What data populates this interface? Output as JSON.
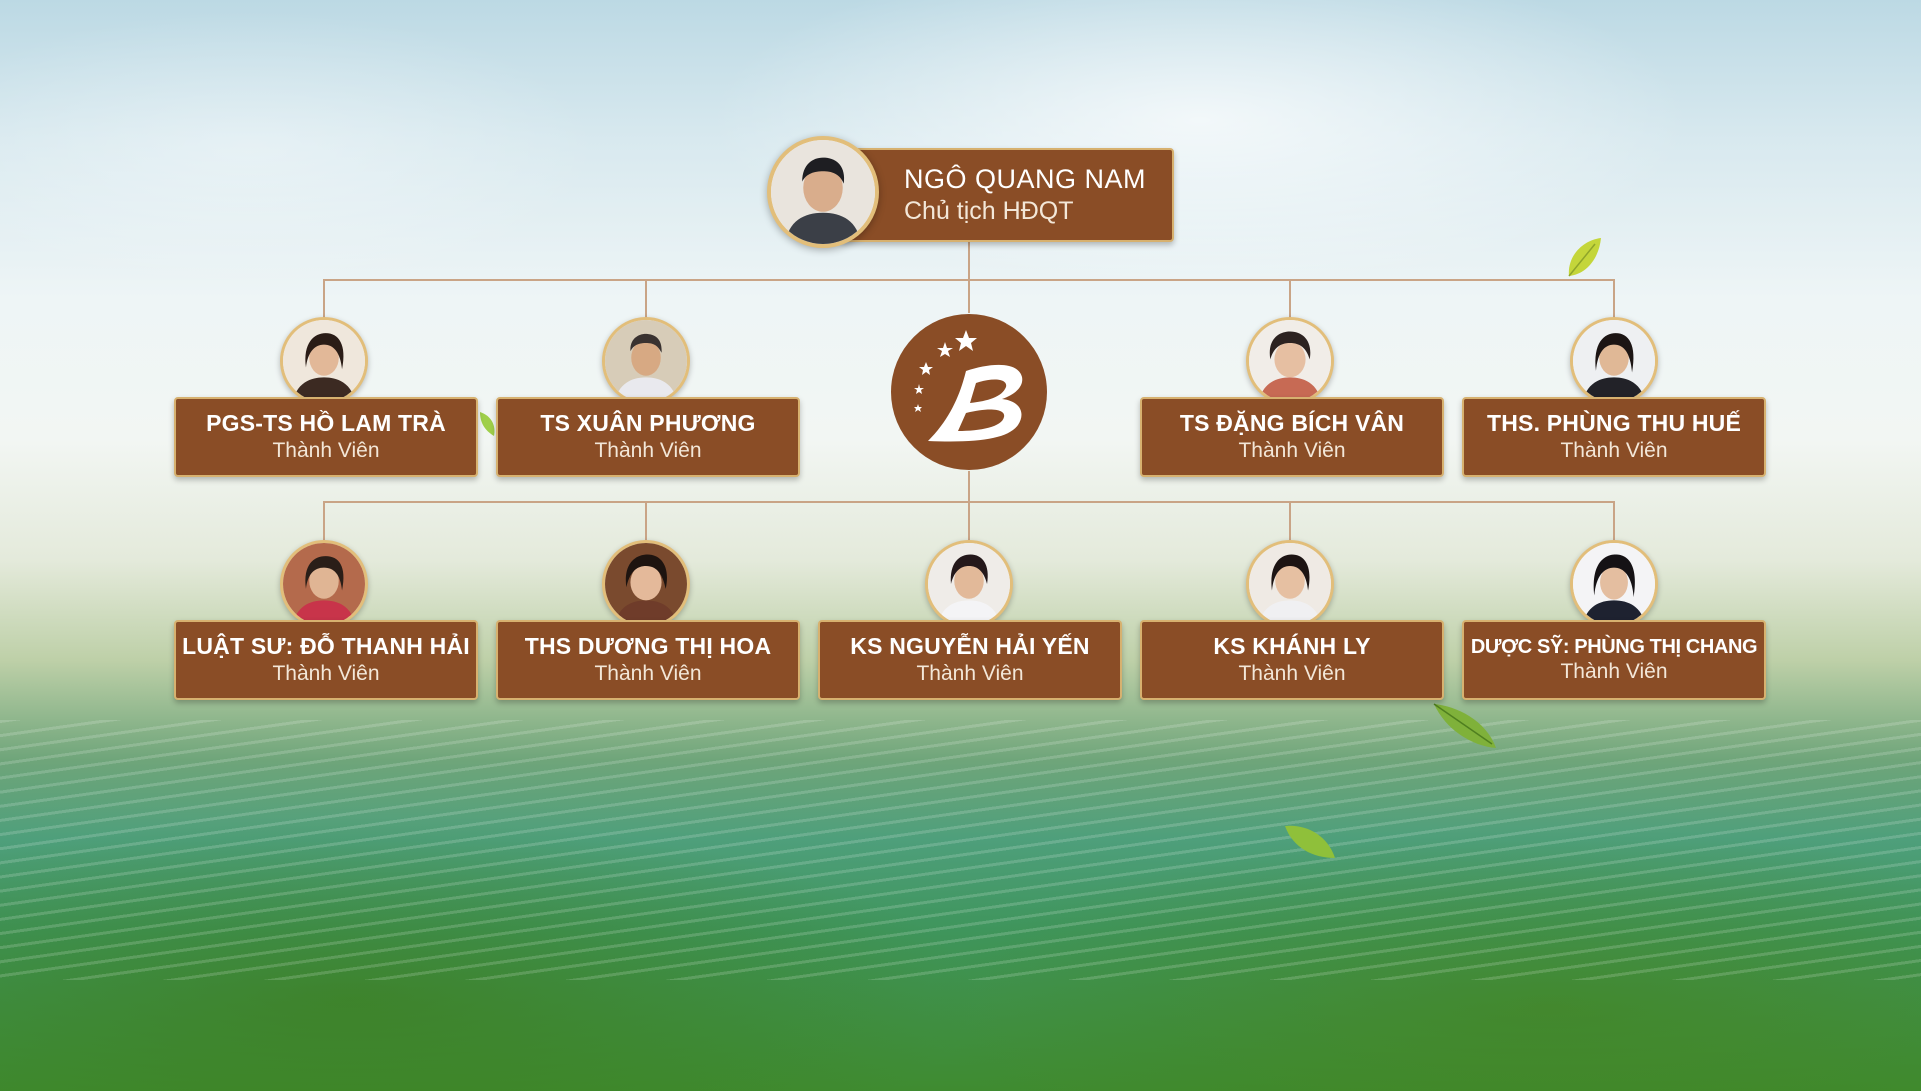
{
  "colors": {
    "card": "#8a4d26",
    "border": "#d7b16f",
    "line": "#c9a486",
    "logo": "#8a4d26"
  },
  "chairman": {
    "name": "NGÔ QUANG NAM",
    "role": "Chủ tịch HĐQT"
  },
  "row1": [
    {
      "name": "PGS-TS HỒ LAM TRÀ",
      "role": "Thành Viên"
    },
    {
      "name": "TS XUÂN PHƯƠNG",
      "role": "Thành Viên"
    },
    {
      "name": "TS ĐẶNG BÍCH VÂN",
      "role": "Thành Viên"
    },
    {
      "name": "THS. PHÙNG THU HUẾ",
      "role": "Thành Viên"
    }
  ],
  "row2": [
    {
      "name": "LUẬT SƯ: ĐỖ THANH HẢI",
      "role": "Thành Viên"
    },
    {
      "name": "THS DƯƠNG THỊ HOA",
      "role": "Thành Viên"
    },
    {
      "name": "KS NGUYỄN HẢI YẾN",
      "role": "Thành Viên"
    },
    {
      "name": "KS KHÁNH LY",
      "role": "Thành Viên"
    },
    {
      "name": "DƯỢC SỸ: PHÙNG THỊ CHANG",
      "role": "Thành Viên"
    }
  ],
  "logo": {
    "icon": "company-logo-b-stars"
  }
}
